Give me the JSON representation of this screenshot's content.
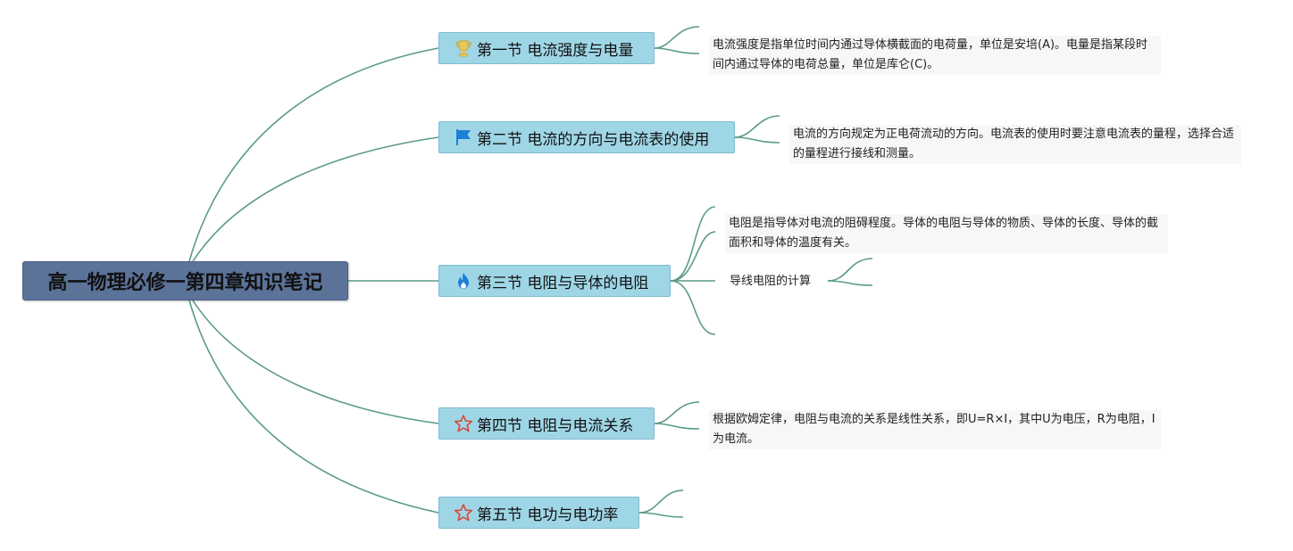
{
  "root": {
    "title": "高一物理必修一第四章知识笔记"
  },
  "topics": [
    {
      "label": "第一节 电流强度与电量",
      "icon": "trophy-icon",
      "note": "电流强度是指单位时间内通过导体横截面的电荷量，单位是安培(A)。电量是指某段时间内通过导体的电荷总量，单位是库仑(C)。"
    },
    {
      "label": "第二节 电流的方向与电流表的使用",
      "icon": "flag-icon",
      "note": "电流的方向规定为正电荷流动的方向。电流表的使用时要注意电流表的量程，选择合适的量程进行接线和测量。"
    },
    {
      "label": "第三节 电阻与导体的电阻",
      "icon": "flame-icon",
      "note": "电阻是指导体对电流的阻碍程度。导体的电阻与导体的物质、导体的长度、导体的截面积和导体的温度有关。",
      "sub": "导线电阻的计算"
    },
    {
      "label": "第四节 电阻与电流关系",
      "icon": "star-icon",
      "note": "根据欧姆定律，电阻与电流的关系是线性关系，即U=R×I，其中U为电压，R为电阻，I为电流。"
    },
    {
      "label": "第五节 电功与电功率",
      "icon": "star-icon"
    }
  ],
  "colors": {
    "link": "#5a9a8a",
    "root": "#5b7299",
    "topic": "#9fd6e6",
    "star": "#d9473a",
    "flag": "#1e7fd6",
    "flame": "#1e7fd6",
    "trophy": "#e8c85a"
  }
}
